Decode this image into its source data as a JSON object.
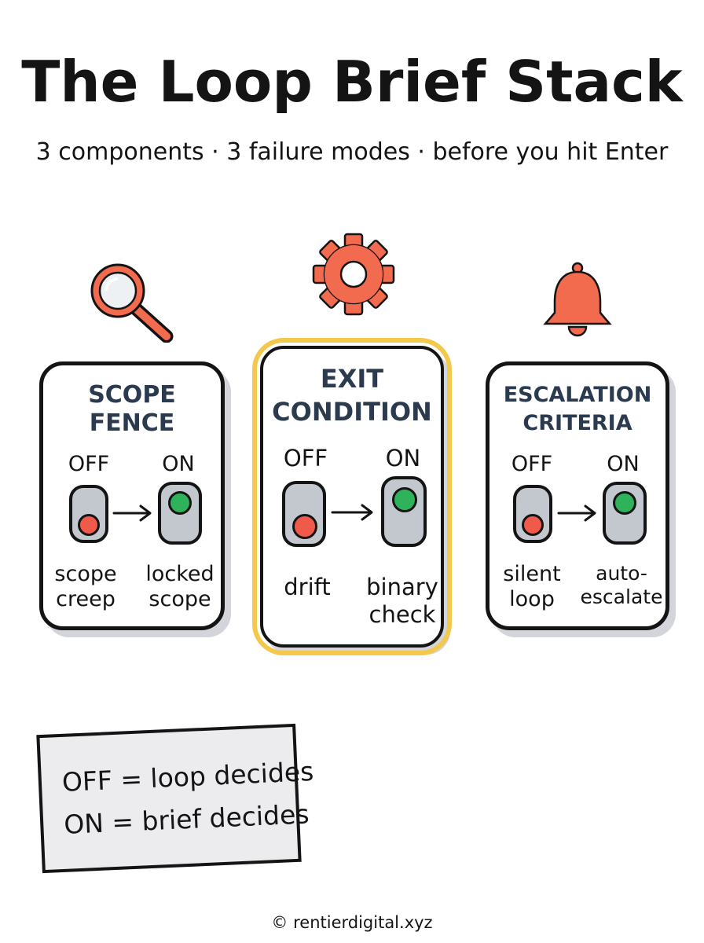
{
  "title": "The Loop Brief Stack",
  "subtitle": "3 components · 3 failure modes · before you hit Enter",
  "cards": [
    {
      "title_lines": [
        "SCOPE",
        "FENCE"
      ],
      "icon": "magnifying-glass-icon",
      "off_label": "OFF",
      "on_label": "ON",
      "off_mode": [
        "scope",
        "creep"
      ],
      "on_mode": [
        "locked",
        "scope"
      ],
      "highlighted": false
    },
    {
      "title_lines": [
        "EXIT",
        "CONDITION"
      ],
      "icon": "gear-icon",
      "off_label": "OFF",
      "on_label": "ON",
      "off_mode": [
        "drift"
      ],
      "on_mode": [
        "binary",
        "check"
      ],
      "highlighted": true
    },
    {
      "title_lines": [
        "ESCALATION",
        "CRITERIA"
      ],
      "icon": "bell-icon",
      "off_label": "OFF",
      "on_label": "ON",
      "off_mode": [
        "silent",
        "loop"
      ],
      "on_mode": [
        "auto-",
        "escalate"
      ],
      "highlighted": false
    }
  ],
  "legend": {
    "line1": "OFF = loop decides",
    "line2": "ON = brief decides"
  },
  "footer": "© rentierdigital.xyz",
  "colors": {
    "accent": "#f26b4f",
    "off_knob": "#ef5a4a",
    "on_knob": "#2fb35a",
    "highlight_border": "#f2c94c",
    "switch_body": "#c3c8cf",
    "card_title": "#2b3a4f"
  }
}
